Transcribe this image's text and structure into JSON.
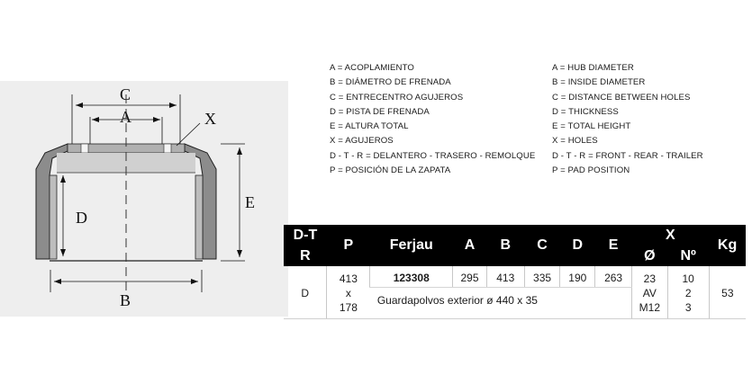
{
  "diagram": {
    "labels": {
      "A": "A",
      "B": "B",
      "C": "C",
      "D": "D",
      "E": "E",
      "X": "X"
    }
  },
  "legend_es": [
    "A = ACOPLAMIENTO",
    "B = DIÁMETRO DE FRENADA",
    "C = ENTRECENTRO AGUJEROS",
    "D = PISTA DE FRENADA",
    "E = ALTURA TOTAL",
    "X = AGUJEROS",
    "D - T - R = DELANTERO - TRASERO - REMOLQUE",
    "P = POSICIÓN DE LA ZAPATA"
  ],
  "legend_en": [
    "A = HUB DIAMETER",
    "B = INSIDE DIAMETER",
    "C = DISTANCE BETWEEN HOLES",
    "D = THICKNESS",
    "E = TOTAL HEIGHT",
    "X = HOLES",
    "D - T - R = FRONT - REAR - TRAILER",
    "P = PAD POSITION"
  ],
  "table": {
    "headers": {
      "dtr_line1": "D-T",
      "dtr_line2": "R",
      "p": "P",
      "ferjau": "Ferjau",
      "a": "A",
      "b": "B",
      "c": "C",
      "d": "D",
      "e": "E",
      "x": "X",
      "x_diam": "Ø",
      "x_num": "Nº",
      "kg": "Kg"
    },
    "row": {
      "dtr": "D",
      "p": [
        "413",
        "x",
        "178"
      ],
      "ferjau": "123308",
      "a": "295",
      "b": "413",
      "c": "335",
      "d": "190",
      "e": "263",
      "x_diam": [
        "23",
        "AV",
        "M12"
      ],
      "x_num": [
        "10",
        "2",
        "3"
      ],
      "kg": "53",
      "note": "Guardapolvos exterior ø 440 x 35"
    }
  }
}
